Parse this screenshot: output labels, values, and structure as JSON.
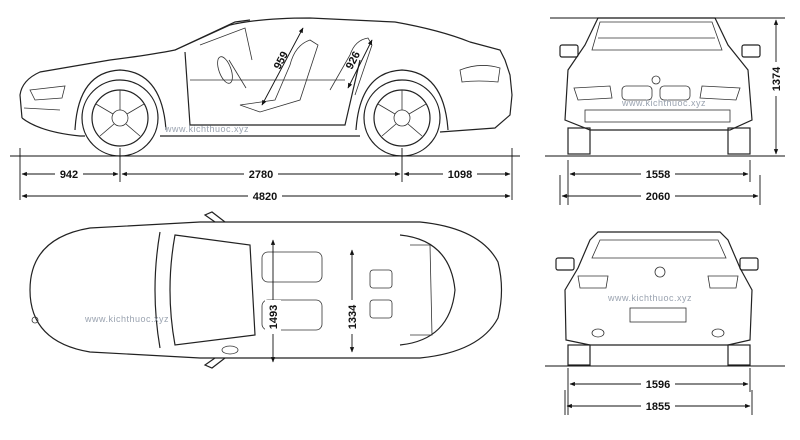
{
  "dimensions": {
    "front_overhang": "942",
    "wheelbase": "2780",
    "rear_overhang": "1098",
    "total_length": "4820",
    "headroom_front": "959",
    "headroom_rear": "926",
    "front_track": "1558",
    "total_width": "2060",
    "height": "1374",
    "front_shoulder_width": "1493",
    "rear_shoulder_width": "1334",
    "rear_track": "1596",
    "body_width": "1855"
  },
  "watermark": "www.kichthuoc.xyz"
}
